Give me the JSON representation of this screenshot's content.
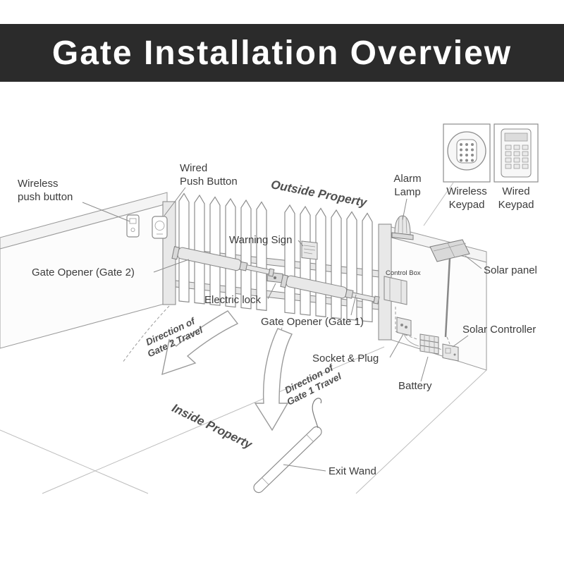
{
  "header": {
    "title": "Gate Installation Overview"
  },
  "colors": {
    "header_bg": "#2b2b2b",
    "title_text": "#ffffff",
    "label_text": "#3c3c3c",
    "diagram_line": "#8c8c8c"
  },
  "diagram": {
    "outside_property": "Outside Property",
    "inside_property": "Inside Property",
    "wireless_push_button": [
      "Wireless",
      "push button"
    ],
    "wired_push_button": [
      "Wired",
      "Push Button"
    ],
    "alarm_lamp": [
      "Alarm",
      "Lamp"
    ],
    "wireless_keypad": [
      "Wireless",
      "Keypad"
    ],
    "wired_keypad": [
      "Wired",
      "Keypad"
    ],
    "warning_sign": "Warning Sign",
    "gate_opener_2": "Gate Opener (Gate 2)",
    "gate_opener_1": "Gate Opener (Gate 1)",
    "electric_lock": "Electric lock",
    "control_box": "Control Box",
    "solar_panel": "Solar panel",
    "solar_controller": "Solar Controller",
    "socket_plug": "Socket & Plug",
    "battery": "Battery",
    "direction_gate2": [
      "Direction of",
      "Gate 2 Travel"
    ],
    "direction_gate1": [
      "Direction of",
      "Gate 1 Travel"
    ],
    "exit_wand": "Exit Wand"
  }
}
